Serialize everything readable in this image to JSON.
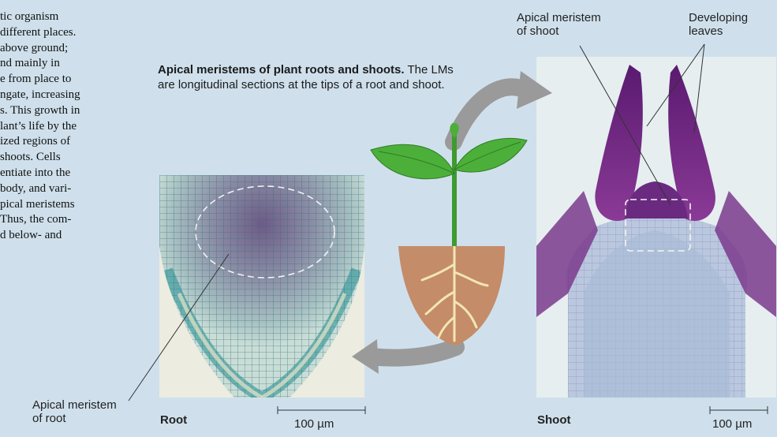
{
  "body_text_lines": [
    "tic organism",
    "different places.",
    "above ground;",
    "nd mainly in",
    "e from place to",
    "ngate, increasing",
    "s. This growth in",
    "lant’s life by the",
    "ized regions of",
    "shoots. Cells",
    "entiate into the",
    "body, and vari-",
    "pical meristems",
    "Thus, the com-",
    "d below- and"
  ],
  "caption": {
    "bold": "Apical meristems of plant roots and shoots.",
    "text": " The LMs are longitudinal sections at the tips of a root and shoot."
  },
  "labels": {
    "apical_meristem_shoot_line1": "Apical meristem",
    "apical_meristem_shoot_line2": "of shoot",
    "developing_leaves_line1": "Developing",
    "developing_leaves_line2": "leaves",
    "apical_meristem_root_line1": "Apical meristem",
    "apical_meristem_root_line2": "of root",
    "root": "Root",
    "shoot": "Shoot",
    "root_scale": "100 µm",
    "shoot_scale": "100 µm"
  },
  "colors": {
    "background": "#cfe0ec",
    "arrow": "#9a9a9a",
    "leaf": "#4caf3a",
    "soil": "#c48c68",
    "root_stain": "#2f8f86",
    "shoot_stain": "#7a2e86"
  }
}
